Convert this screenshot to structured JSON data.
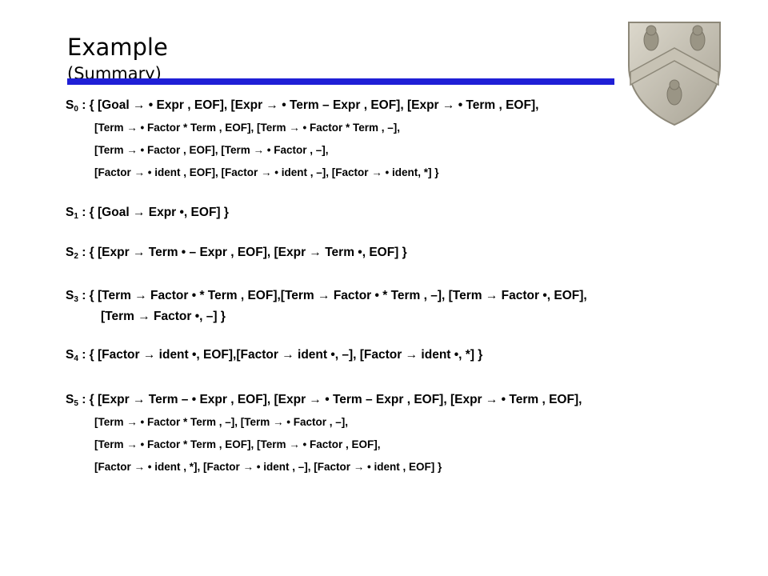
{
  "slide": {
    "title": "Example",
    "subtitle": "(Summary)",
    "crest_icon": "university-crest-icon",
    "accent_color": "#1f1fd6"
  },
  "states": {
    "s0": {
      "label": "S",
      "sub": "0",
      "lines": [
        " : { [Goal → • Expr , EOF], [Expr → • Term – Expr , EOF], [Expr → • Term , EOF],",
        "[Term → • Factor * Term , EOF], [Term → • Factor * Term , –],",
        "[Term → • Factor , EOF], [Term → • Factor , –],",
        "[Factor → • ident , EOF], [Factor → • ident , –], [Factor → • ident, *] }"
      ]
    },
    "s1": {
      "label": "S",
      "sub": "1",
      "lines": [
        " : { [Goal → Expr •, EOF] }"
      ]
    },
    "s2": {
      "label": "S",
      "sub": "2",
      "lines": [
        " : { [Expr → Term • – Expr , EOF], [Expr → Term •, EOF] }"
      ]
    },
    "s3": {
      "label": "S",
      "sub": "3",
      "lines": [
        " : { [Term → Factor • * Term , EOF],[Term → Factor • * Term , –], [Term → Factor •, EOF],",
        "[Term → Factor •, –] }"
      ]
    },
    "s4": {
      "label": "S",
      "sub": "4",
      "lines": [
        " : { [Factor → ident •, EOF],[Factor → ident •, –], [Factor → ident •, *] }"
      ]
    },
    "s5": {
      "label": "S",
      "sub": "5",
      "lines": [
        " : { [Expr → Term – • Expr , EOF], [Expr → • Term – Expr , EOF], [Expr → • Term , EOF],",
        "[Term → • Factor * Term , –], [Term → • Factor , –],",
        "[Term → • Factor * Term , EOF], [Term → • Factor , EOF],",
        "[Factor → • ident , *], [Factor → • ident , –], [Factor → • ident , EOF] }"
      ]
    }
  }
}
